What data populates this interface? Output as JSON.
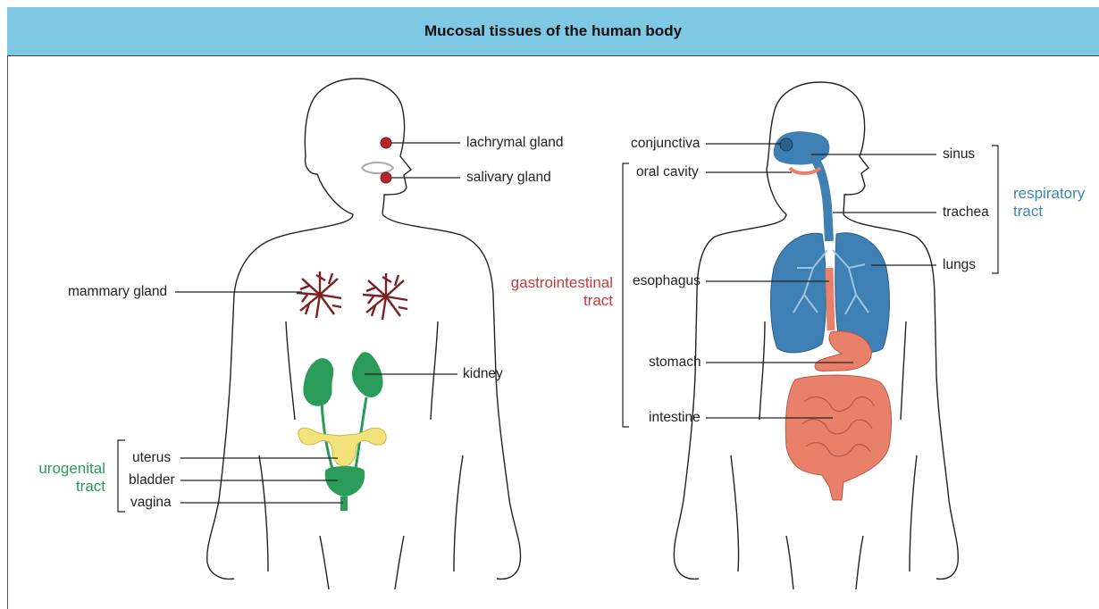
{
  "title": "Mucosal tissues of the human body",
  "left_figure": {
    "labels": {
      "lachrymal": "lachrymal gland",
      "salivary": "salivary gland",
      "mammary": "mammary gland",
      "kidney": "kidney",
      "uterus": "uterus",
      "bladder": "bladder",
      "vagina": "vagina"
    },
    "group": {
      "line1": "urogenital",
      "line2": "tract"
    }
  },
  "right_figure": {
    "labels": {
      "conjunctiva": "conjunctiva",
      "oral_cavity": "oral cavity",
      "esophagus": "esophagus",
      "stomach": "stomach",
      "intestine": "intestine",
      "sinus": "sinus",
      "trachea": "trachea",
      "lungs": "lungs"
    },
    "gi_group": {
      "line1": "gastrointestinal",
      "line2": "tract"
    },
    "resp_group": {
      "line1": "respiratory",
      "line2": "tract"
    }
  },
  "colors": {
    "header_bg": "#7ec8e3",
    "gland_red": "#b4242c",
    "urogenital_green": "#2a9b58",
    "uterus_yellow": "#f3e27a",
    "respiratory_blue": "#3e7fb4",
    "gi_salmon": "#e8806a",
    "mammary_dark_red": "#7a1f24"
  }
}
